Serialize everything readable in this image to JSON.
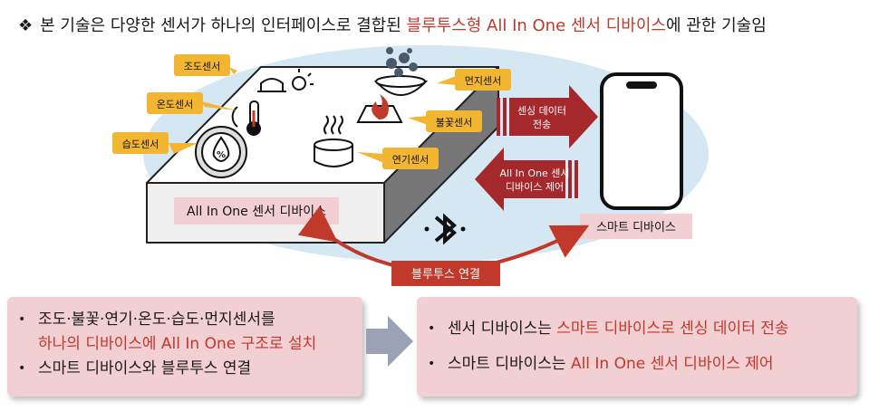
{
  "headline": {
    "bullet": "❖",
    "text_before": "본 기술은 다양한 센서가 하나의 인터페이스로 결합된 ",
    "text_highlight": "블루투스형 All In One 센서 디바이스",
    "text_after": "에 관한 기술임"
  },
  "diagram": {
    "sensor_labels": {
      "light": "조도센서",
      "temperature": "온도센서",
      "humidity": "습도센서",
      "dust": "먼지센서",
      "flame": "불꽃센서",
      "smoke": "연기센서"
    },
    "device_label": "All In One 센서 디바이스",
    "smart_device_label": "스마트 디바이스",
    "arrow_send": [
      "센싱 데이터",
      "전송"
    ],
    "arrow_control": [
      "All In One 센서",
      "디바이스 제어"
    ],
    "bluetooth_label": "블루투스 연결",
    "humidity_symbol": "%"
  },
  "left_panel": {
    "bullet": "•",
    "item1_line1": "조도·불꽃·연기·온도·습도·먼지센서를",
    "item1_line2": "하나의 디바이스에 All In One 구조로 설치",
    "item2": "스마트 디바이스와 블루투스 연결"
  },
  "right_panel": {
    "bullet": "•",
    "item1_plain": "센서 디바이스는 ",
    "item1_red": "스마트 디바이스로 센싱 데이터 전송",
    "item2_plain": "스마트 디바이스는 ",
    "item2_red": "All In One 센서 디바이스 제어"
  },
  "colors": {
    "accent_red": "#c0392b",
    "dark_red": "#a5282c",
    "label_orange": "#f2b632",
    "panel_pink": "#f2cfd2",
    "ellipse_blue": "#d4e7f3",
    "arrow_gray": "#9aa3b5"
  }
}
